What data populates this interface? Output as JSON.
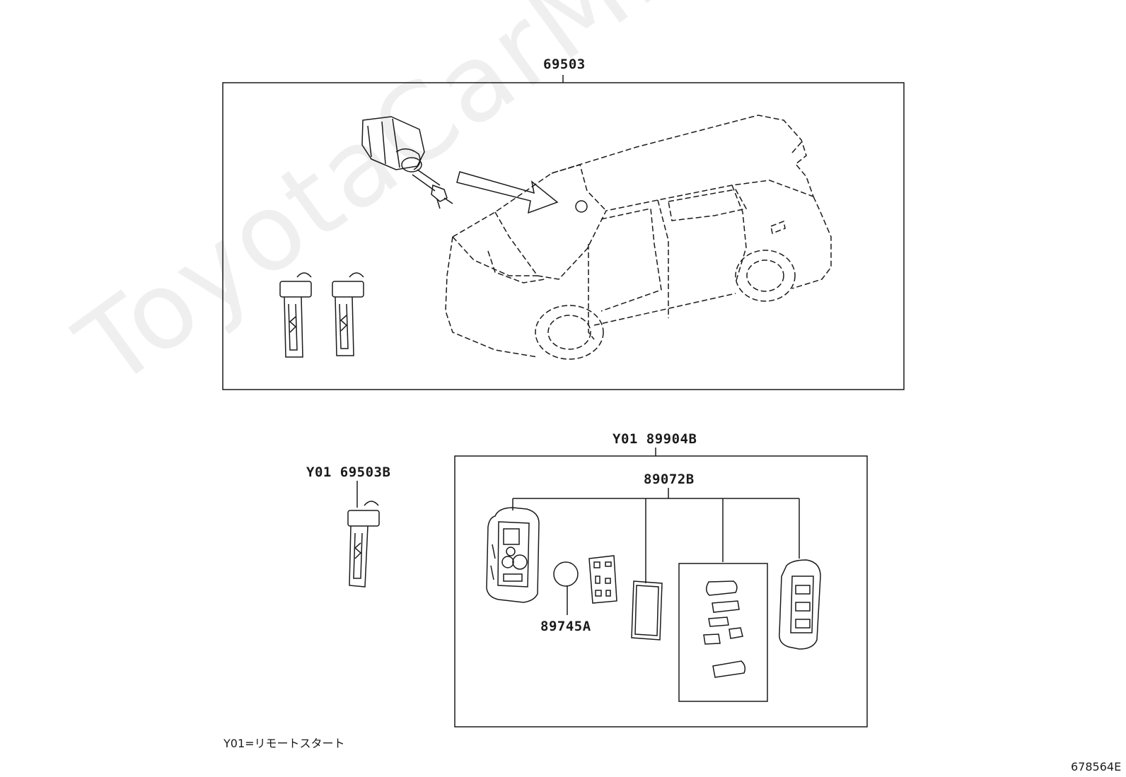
{
  "watermark": "ToyotaCarMine.ru",
  "labels": {
    "main_assembly": "69503",
    "spare_key": "Y01 69503B",
    "transmitter_kit": "Y01 89904B",
    "transmitter_housing": "89072B",
    "battery": "89745A"
  },
  "footnote": "Y01=リモートスタート",
  "illustration_number": "678564E"
}
